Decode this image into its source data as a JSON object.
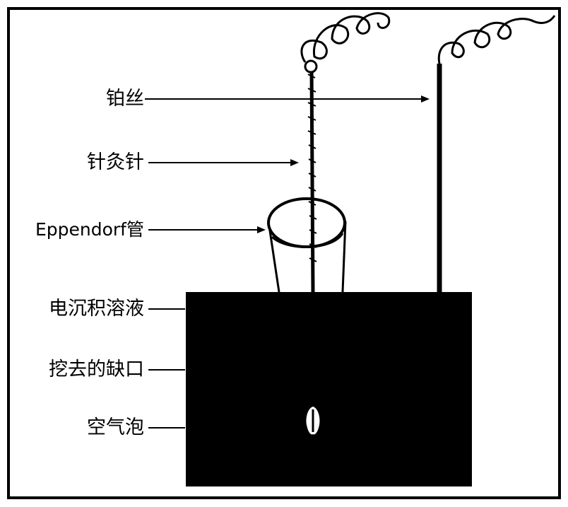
{
  "labels": {
    "platinum_wire": "铂丝",
    "acupuncture_needle": "针灸针",
    "eppendorf_tube": "Eppendorf管",
    "electrodeposition_solution": "电沉积溶液",
    "cut_notch": "挖去的缺口",
    "air_bubble": "空气泡"
  },
  "colors": {
    "ink": "#000000",
    "background": "#ffffff"
  }
}
